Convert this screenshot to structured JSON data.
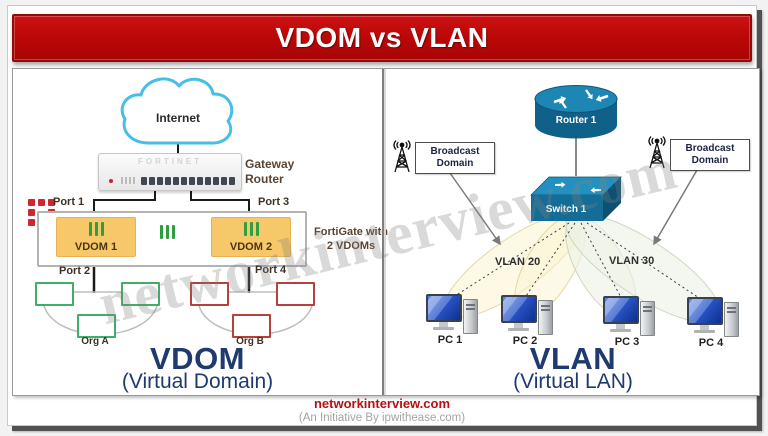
{
  "title": "VDOM vs VLAN",
  "watermark": "networkinterview.com",
  "left": {
    "internet": "Internet",
    "appliance_brand": "FORTINET",
    "gateway_router": "Gateway Router",
    "port1": "Port 1",
    "port2": "Port 2",
    "port3": "Port 3",
    "port4": "Port 4",
    "vdom1": "VDOM 1",
    "vdom2": "VDOM 2",
    "fortigate_caption": "FortiGate with 2 VDOMs",
    "org_a": "Org A",
    "org_b": "Org B",
    "heading": "VDOM",
    "subheading": "(Virtual Domain)"
  },
  "right": {
    "router": "Router 1",
    "switch": "Switch 1",
    "broadcast_left": "Broadcast Domain",
    "broadcast_right": "Broadcast Domain",
    "vlan20": "VLAN 20",
    "vlan30": "VLAN 30",
    "pc1": "PC 1",
    "pc2": "PC 2",
    "pc3": "PC 3",
    "pc4": "PC 4",
    "heading": "VLAN",
    "subheading": "(Virtual LAN)"
  },
  "footer": {
    "site": "networkinterview.com",
    "tagline": "(An Initiative By ipwithease.com)"
  },
  "colors": {
    "banner_red": "#b90606",
    "heading_navy": "#1e3a6e",
    "vdom_orange": "#f6c869",
    "org_green": "#3fae68",
    "org_red": "#b6413c",
    "cisco_blue": "#146d96",
    "cloud_cyan": "#45bee8"
  }
}
